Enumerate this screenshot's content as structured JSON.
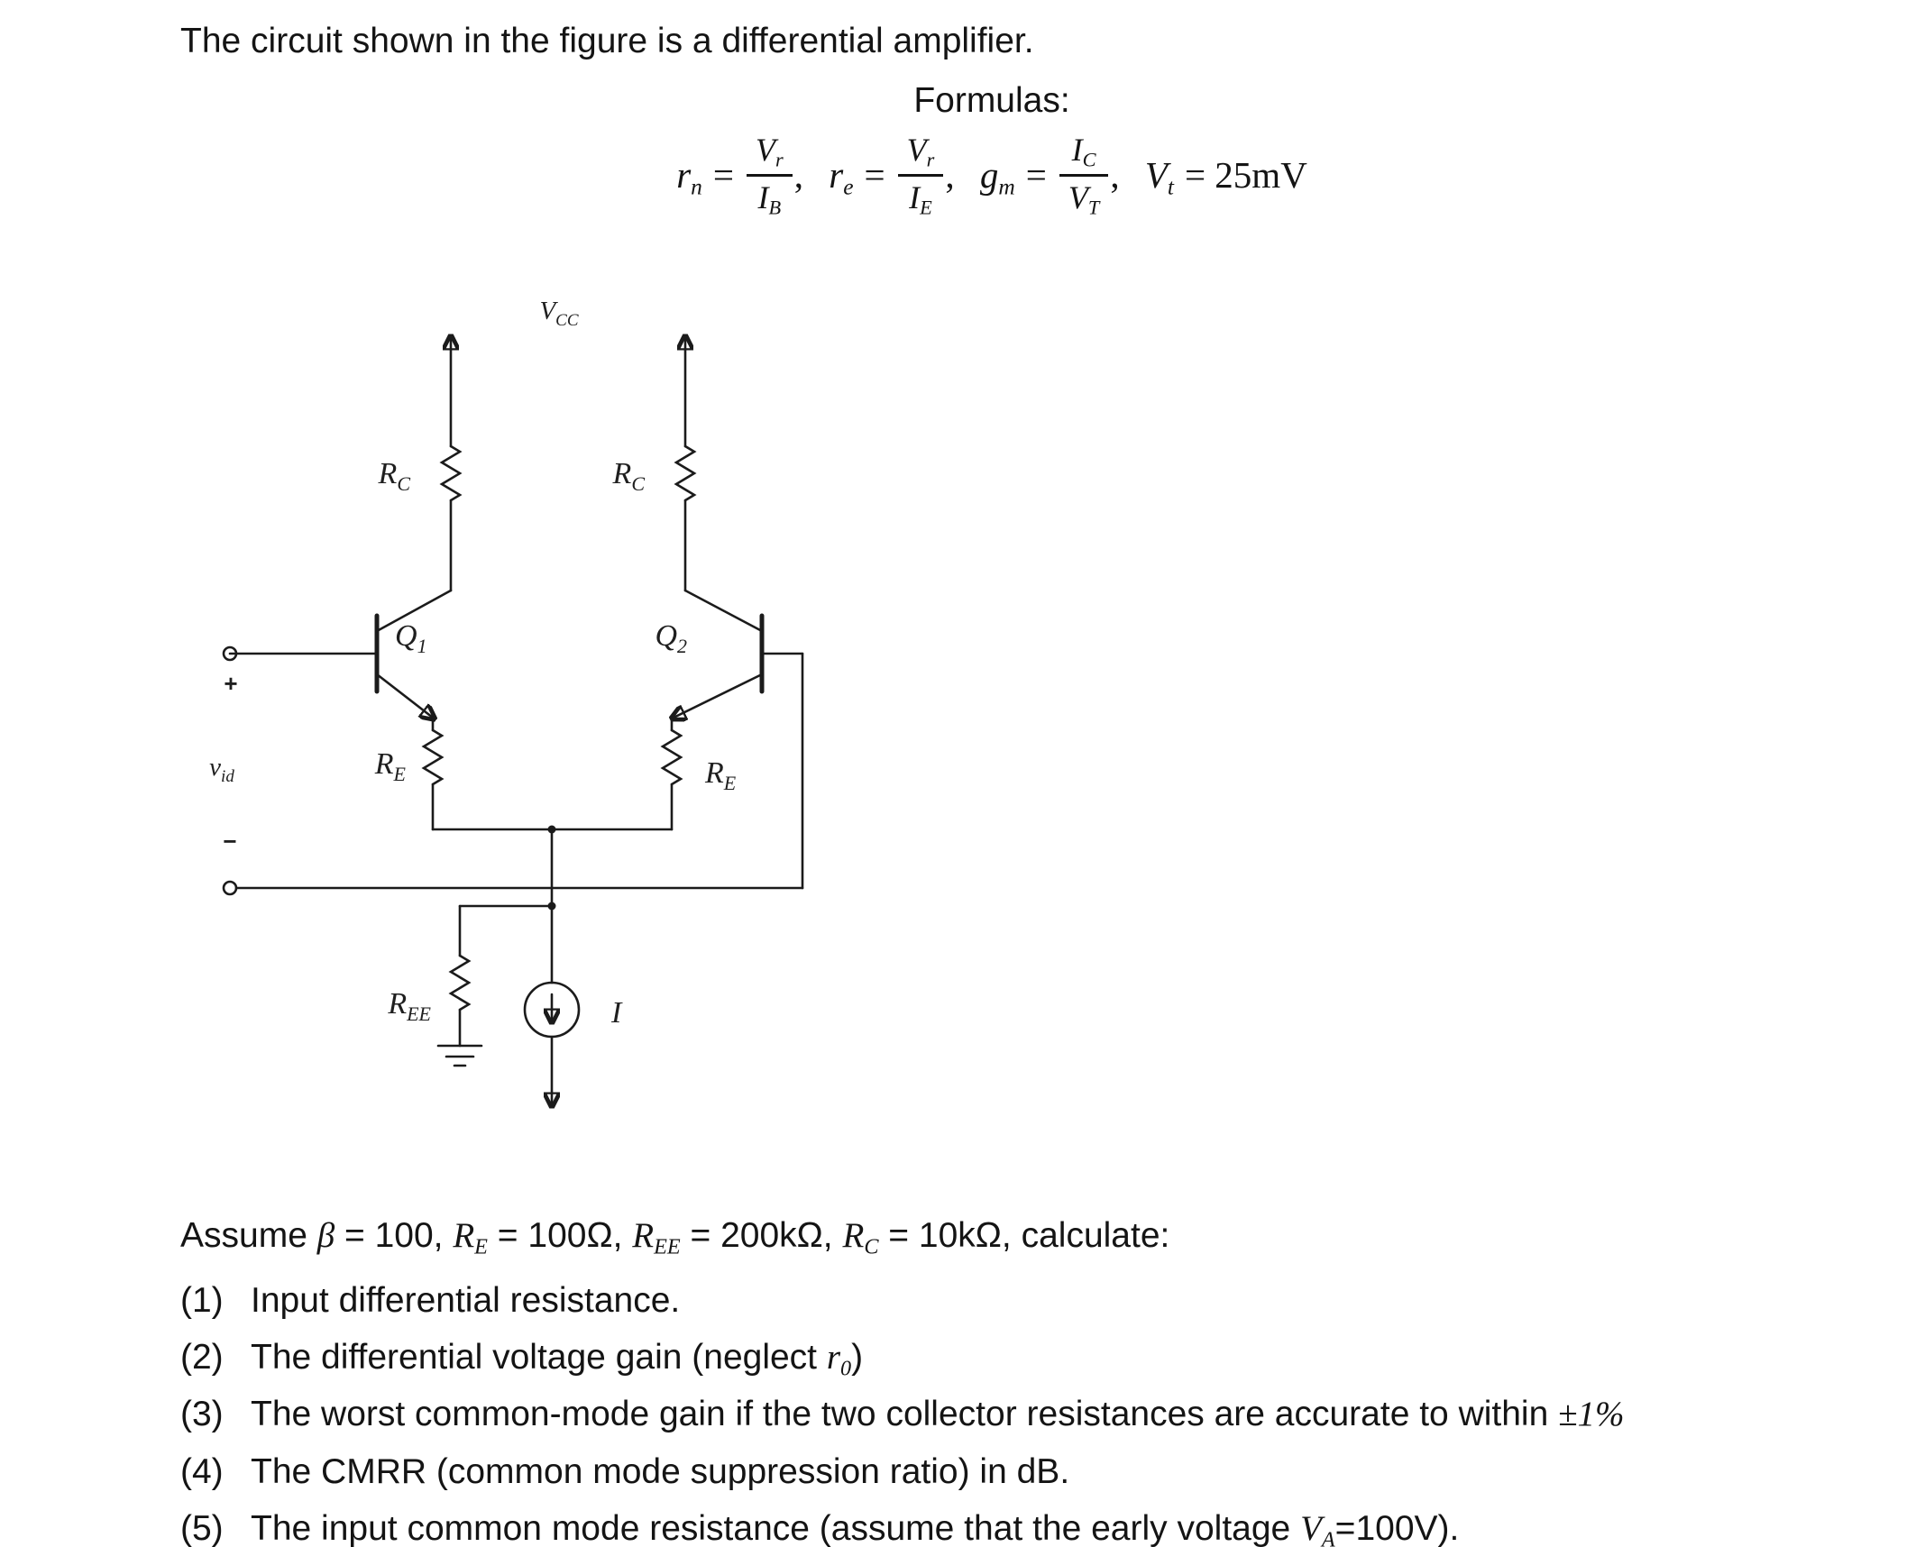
{
  "title": "The circuit shown in the figure is a differential amplifier.",
  "formulas": {
    "heading": "Formulas:",
    "f1": {
      "lhs_base": "r",
      "lhs_sub": "n",
      "eq": "=",
      "num_base": "V",
      "num_sub": "r",
      "den_base": "I",
      "den_sub": "B",
      "comma": ","
    },
    "f2": {
      "lhs_base": "r",
      "lhs_sub": "e",
      "eq": "=",
      "num_base": "V",
      "num_sub": "r",
      "den_base": "I",
      "den_sub": "E",
      "comma": ","
    },
    "f3": {
      "lhs_base": "g",
      "lhs_sub": "m",
      "eq": "=",
      "num_base": "I",
      "num_sub": "C",
      "den_base": "V",
      "den_sub": "T",
      "comma": ","
    },
    "f4": {
      "base": "V",
      "sub": "t",
      "rest": "= 25mV"
    }
  },
  "circuit": {
    "vcc_base": "V",
    "vcc_sub": "CC",
    "rc_left_base": "R",
    "rc_left_sub": "C",
    "rc_right_base": "R",
    "rc_right_sub": "C",
    "q1_base": "Q",
    "q1_sub": "1",
    "q2_base": "Q",
    "q2_sub": "2",
    "re_left_base": "R",
    "re_left_sub": "E",
    "re_right_base": "R",
    "re_right_sub": "E",
    "ree_base": "R",
    "ree_sub": "EE",
    "source_label": "I",
    "vid_base": "v",
    "vid_sub": "id",
    "plus": "+",
    "minus": "−"
  },
  "assume": {
    "seg1": "Assume ",
    "beta": "β",
    "seg2": " = 100, ",
    "re_base": "R",
    "re_sub": "E",
    "seg3": " = 100Ω, ",
    "ree_base": "R",
    "ree_sub": "EE",
    "seg4": " = 200kΩ, ",
    "rc_base": "R",
    "rc_sub": "C",
    "seg5": " = 10kΩ, calculate:"
  },
  "items": [
    {
      "num": "(1)",
      "pre": "Input differential resistance.",
      "mbase": "",
      "msub": "",
      "post": ""
    },
    {
      "num": "(2)",
      "pre": "The differential voltage gain (neglect ",
      "mbase": "r",
      "msub": "0",
      "post": ")"
    },
    {
      "num": "(3)",
      "pre": "The worst common-mode gain if the two collector resistances are accurate to within ",
      "mbase": "±1%",
      "msub": "",
      "post": ""
    },
    {
      "num": "(4)",
      "pre": "The CMRR (common mode suppression ratio) in dB.",
      "mbase": "",
      "msub": "",
      "post": ""
    },
    {
      "num": "(5)",
      "pre": "The input common mode resistance (assume that the early voltage ",
      "mbase": "V",
      "msub": "A",
      "post": "=100V)."
    }
  ]
}
